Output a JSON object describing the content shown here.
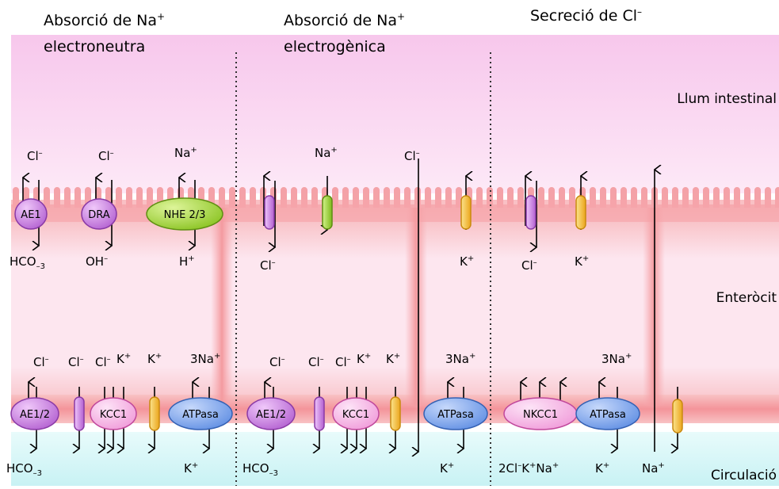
{
  "headers": [
    {
      "line1": "Absorció de Na",
      "sup": "+",
      "line2": "electroneutra"
    },
    {
      "line1": "Absorció de Na",
      "sup": "+",
      "line2": "electrogènica"
    },
    {
      "line1": "Secreció de Cl",
      "sup": "–",
      "line2": ""
    }
  ],
  "regions": {
    "lumen": "Llum intestinal",
    "cell": "Enteròcit",
    "blood": "Circulació"
  },
  "transporters": {
    "ae1": "AE1",
    "dra": "DRA",
    "nhe": "NHE 2/3",
    "ae12": "AE1/2",
    "kcc1": "KCC1",
    "atpasa": "ATPasa",
    "nkcc1": "NKCC1"
  },
  "ions": {
    "cl": "Cl",
    "cl_sup": "–",
    "na": "Na",
    "k": "K",
    "plus": "+",
    "hco3": "HCO",
    "hco3_sub": "–3",
    "oh": "OH",
    "oh_sup": "–",
    "h": "H",
    "na3": "3Na",
    "cl2": "2Cl",
    "minus": "–"
  },
  "colors": {
    "lumen": "#f9d6f0",
    "cell": "#fbe3ec",
    "membrane": "#f4958f",
    "blood": "#cdf6f7",
    "purple": "#c57ad9",
    "green": "#a2d63a",
    "pink": "#f7b2e6",
    "yellow": "#f6c34a",
    "blue": "#7ea3ea"
  }
}
